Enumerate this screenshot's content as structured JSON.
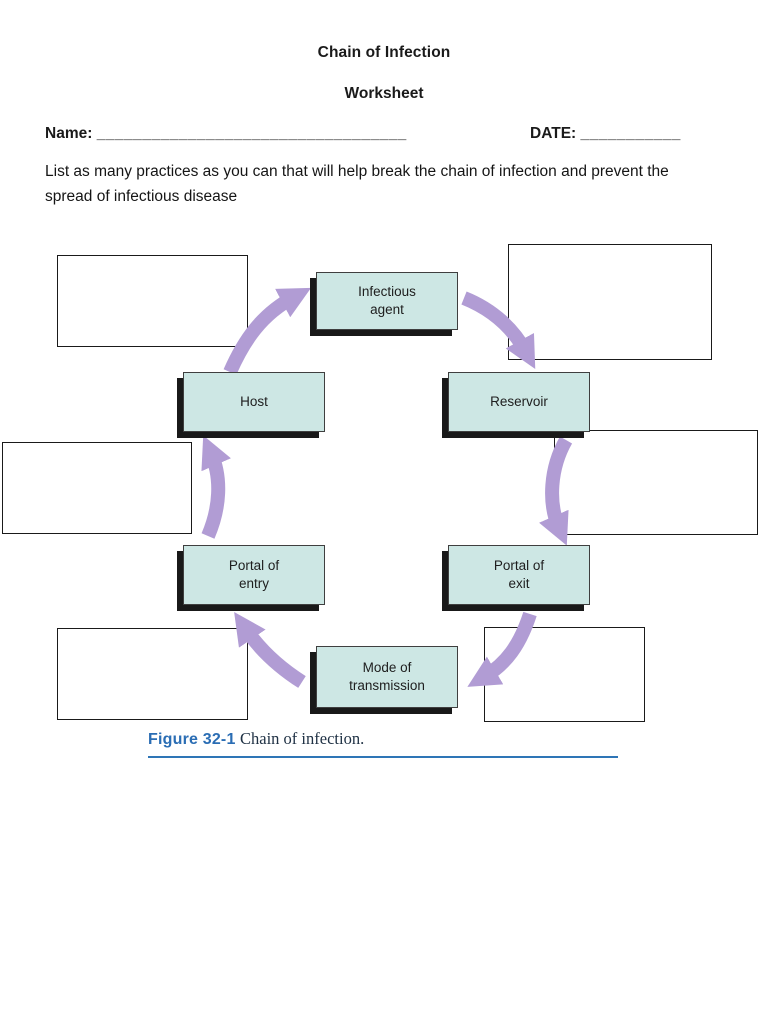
{
  "title": {
    "line1": "Chain of Infection",
    "line2": "Worksheet"
  },
  "form": {
    "name_label": "Name:",
    "name_blank": "__________________________________",
    "date_label": "DATE:",
    "date_blank": "___________"
  },
  "instructions": "List as many practices as you can that will help break the chain of infection and prevent the spread of infectious disease",
  "diagram": {
    "nodes": [
      {
        "id": "infectious-agent",
        "label": "Infectious\nagent"
      },
      {
        "id": "host",
        "label": "Host"
      },
      {
        "id": "reservoir",
        "label": "Reservoir"
      },
      {
        "id": "portal-of-entry",
        "label": "Portal of\nentry"
      },
      {
        "id": "portal-of-exit",
        "label": "Portal of\nexit"
      },
      {
        "id": "mode-of-transmission",
        "label": "Mode of\ntransmission"
      }
    ],
    "flow_order": [
      "Infectious agent",
      "Reservoir",
      "Portal of exit",
      "Mode of transmission",
      "Portal of entry",
      "Host"
    ],
    "answer_box_count": 6,
    "colors": {
      "node_fill": "#cde7e4",
      "node_border": "#3f3f3f",
      "node_shadow": "#191919",
      "arrow": "#b19cd4",
      "answer_box_border": "#1a1a1a"
    }
  },
  "caption": {
    "figure_label": "Figure 32-1",
    "text": "Chain of infection.",
    "label_color": "#2a6db4",
    "rule_color": "#2e75b6"
  }
}
